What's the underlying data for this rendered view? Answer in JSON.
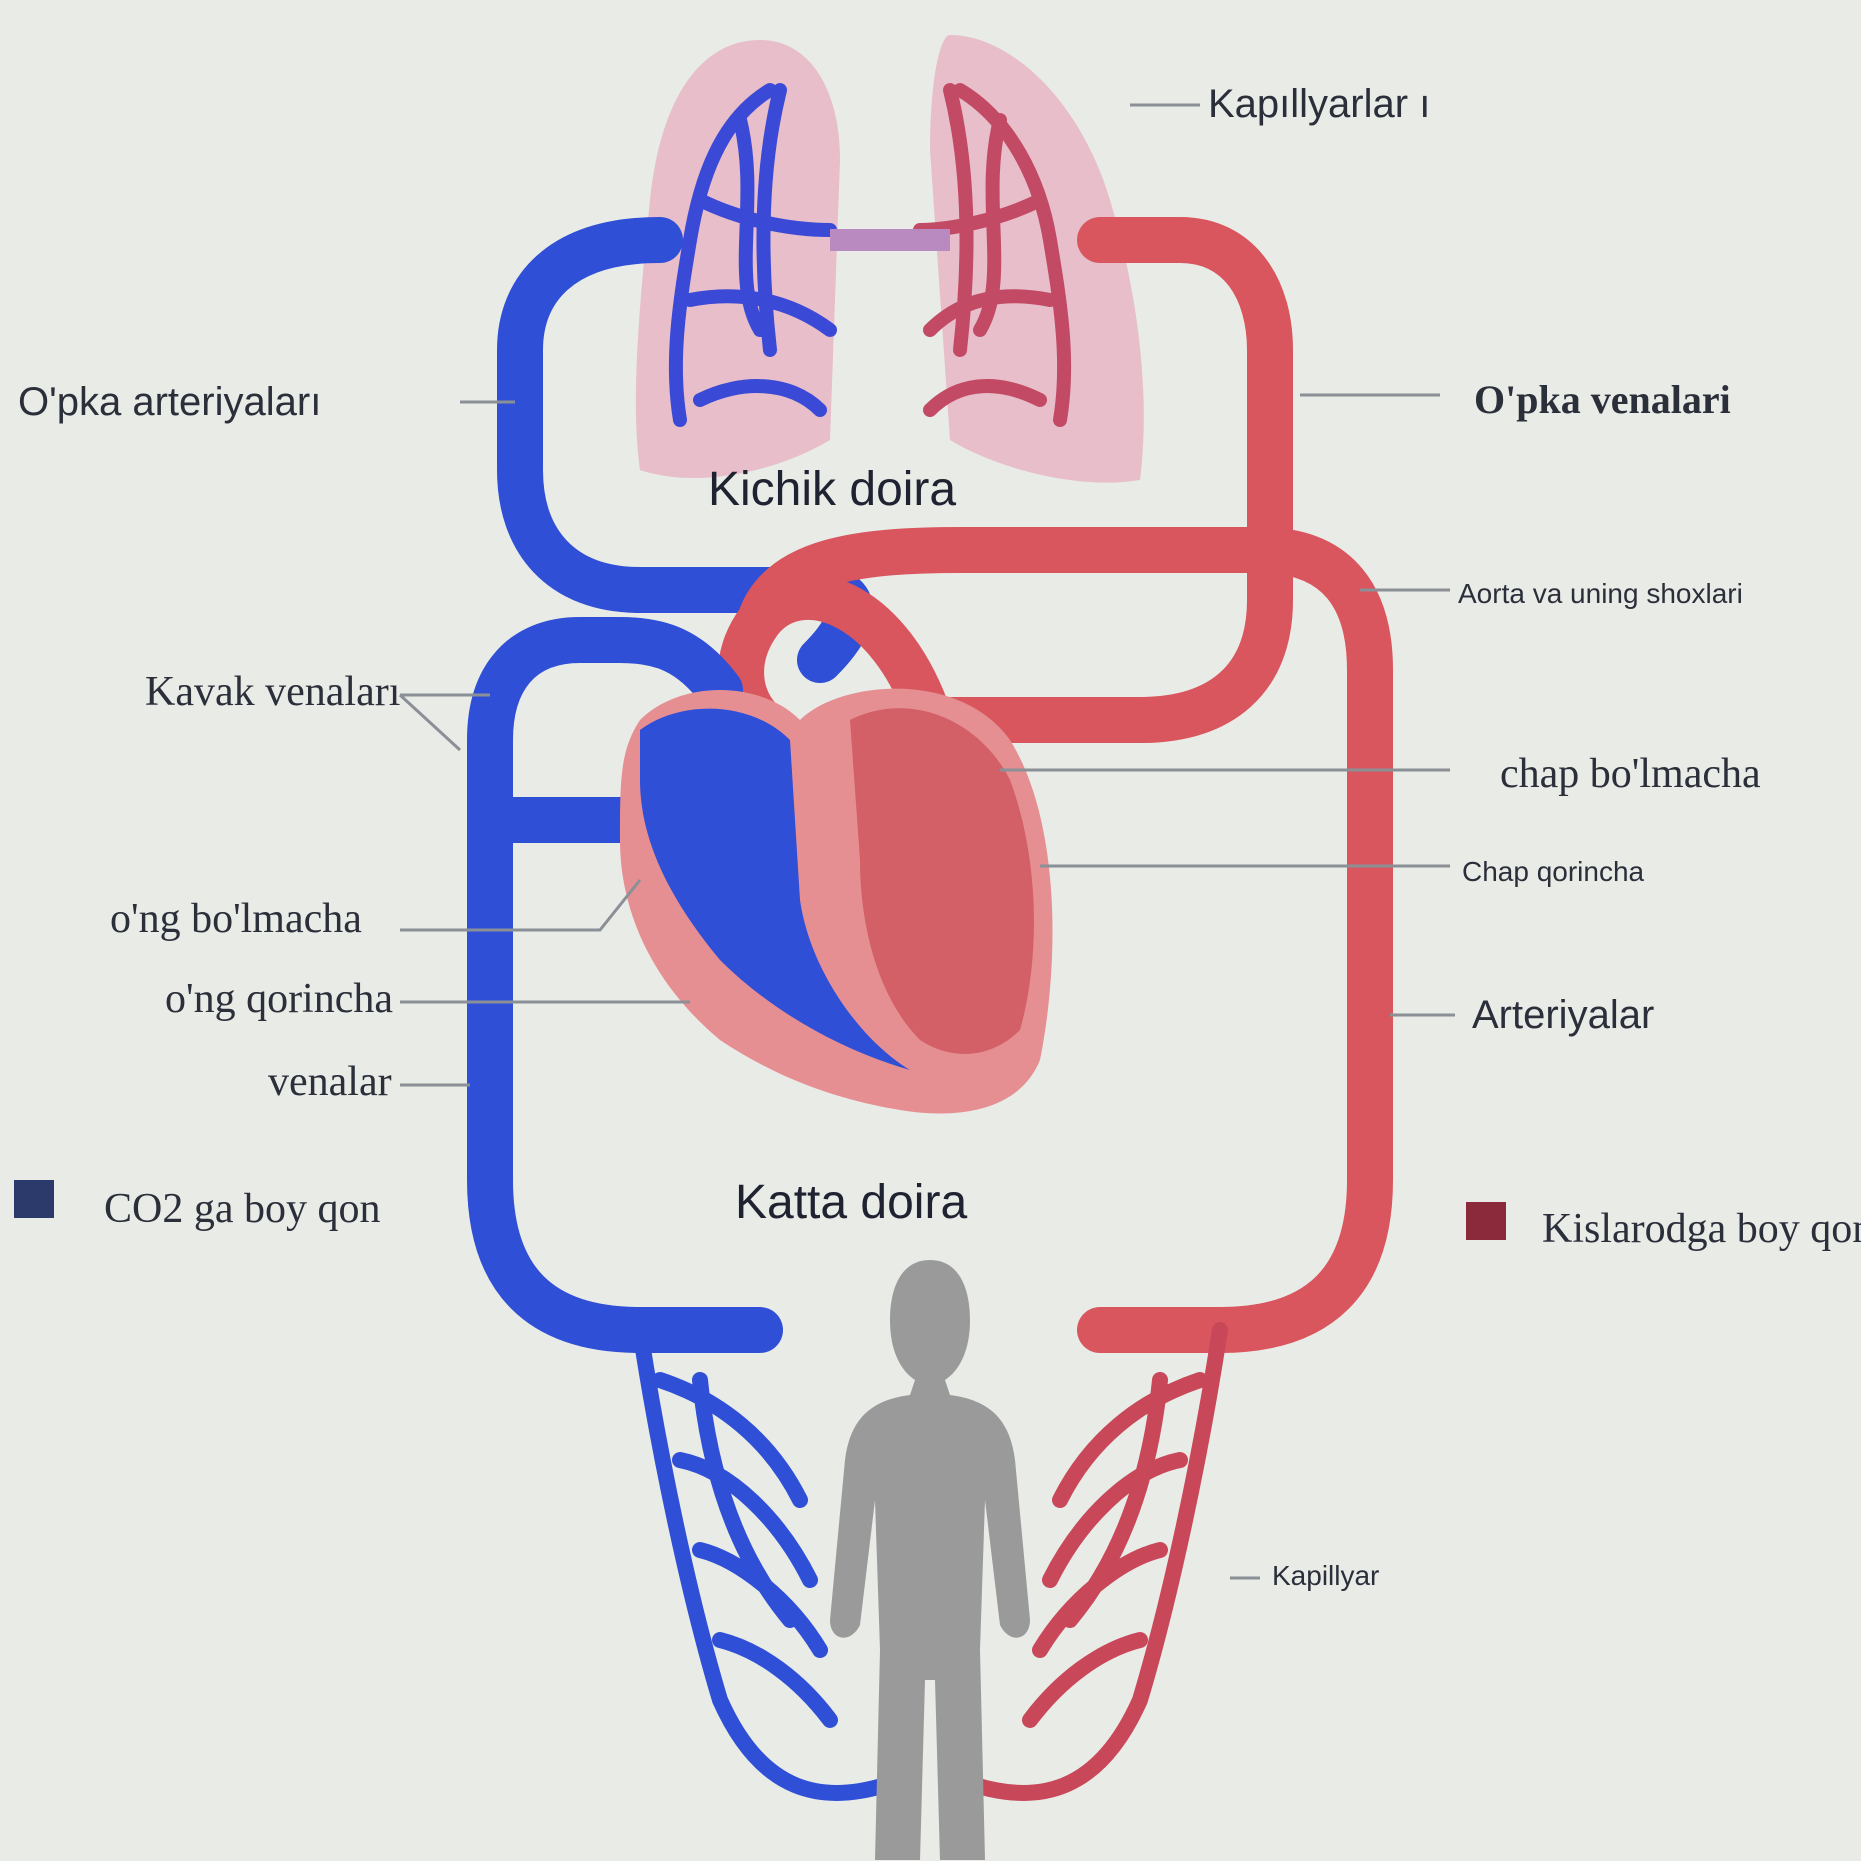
{
  "labels": {
    "capillaries_top": "Kapıllyarlar ı",
    "pulmonary_arteries": "O'pka arteriyaları",
    "pulmonary_veins": "O'pka venalari",
    "small_circle": "Kichik doira",
    "aorta": "Aorta va uning shoxlari",
    "vena_cava": "Kavak venaları",
    "left_atrium": "chap bo'lmacha",
    "left_ventricle": "Chap qorincha",
    "right_atrium": "o'ng bo'lmacha",
    "right_ventricle": "o'ng qorincha",
    "arteries": "Arteriyalar",
    "veins": "venalar",
    "large_circle": "Katta doira",
    "capillaries_bottom": "Kapillyar"
  },
  "legend": {
    "deoxygenated": {
      "label": "CO2 ga boy qon",
      "color": "#2b3a6b"
    },
    "oxygenated": {
      "label": "Kislarodga boy qon",
      "color": "#8a2a3a"
    }
  },
  "colors": {
    "background": "#e9ebe7",
    "vein_blue": "#2f4fd6",
    "artery_red": "#d9565e",
    "lung_pink": "#e7b9c7",
    "heart_pink": "#e58f93",
    "body_grey": "#9a9a9a",
    "leader_line": "#8b8f96"
  }
}
